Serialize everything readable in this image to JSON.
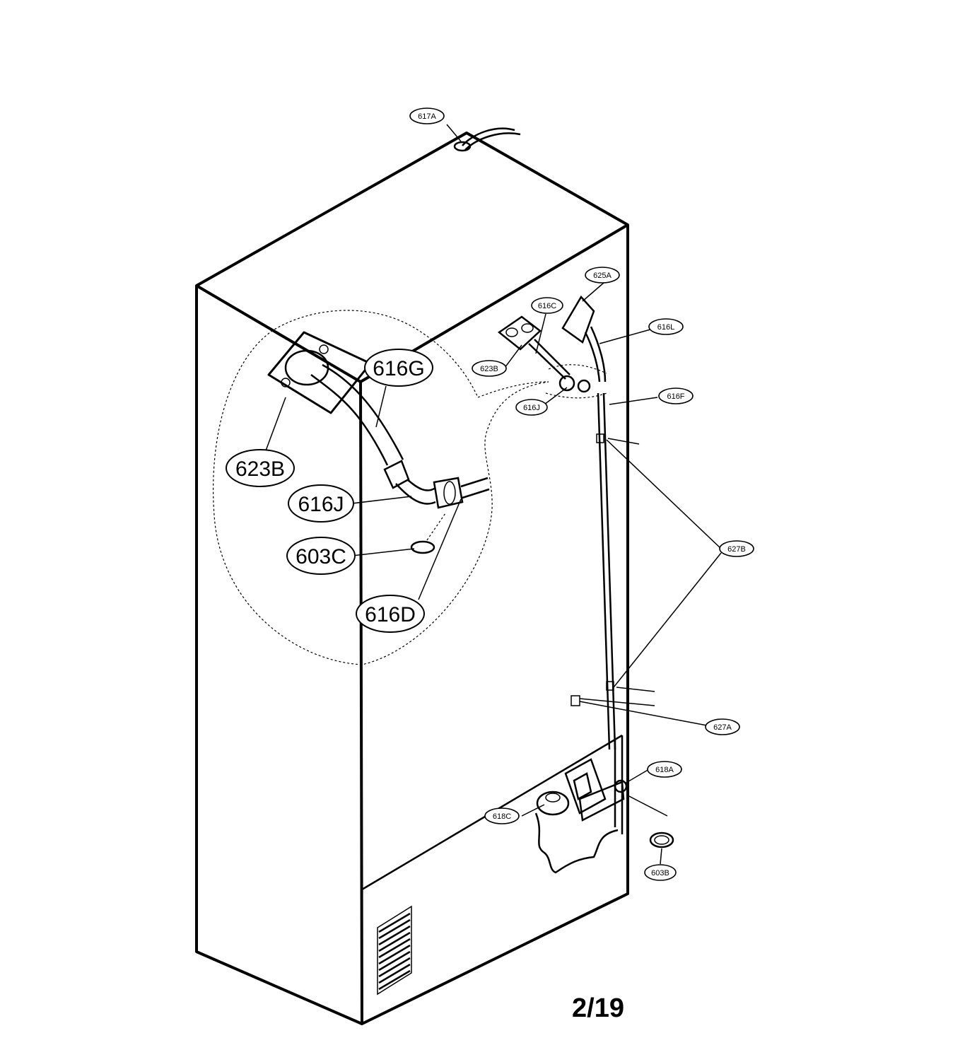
{
  "page_number": "2/19",
  "callouts_small": {
    "c617A": "617A",
    "c625A": "625A",
    "c616C": "616C",
    "c616L": "616L",
    "c623B": "623B",
    "c616J": "616J",
    "c616F": "616F",
    "c627B": "627B",
    "c627A": "627A",
    "c618A": "618A",
    "c618C": "618C",
    "c603B": "603B"
  },
  "callouts_detail": {
    "c616G": "616G",
    "c623B": "623B",
    "c616J": "616J",
    "c603C": "603C",
    "c616D": "616D"
  }
}
